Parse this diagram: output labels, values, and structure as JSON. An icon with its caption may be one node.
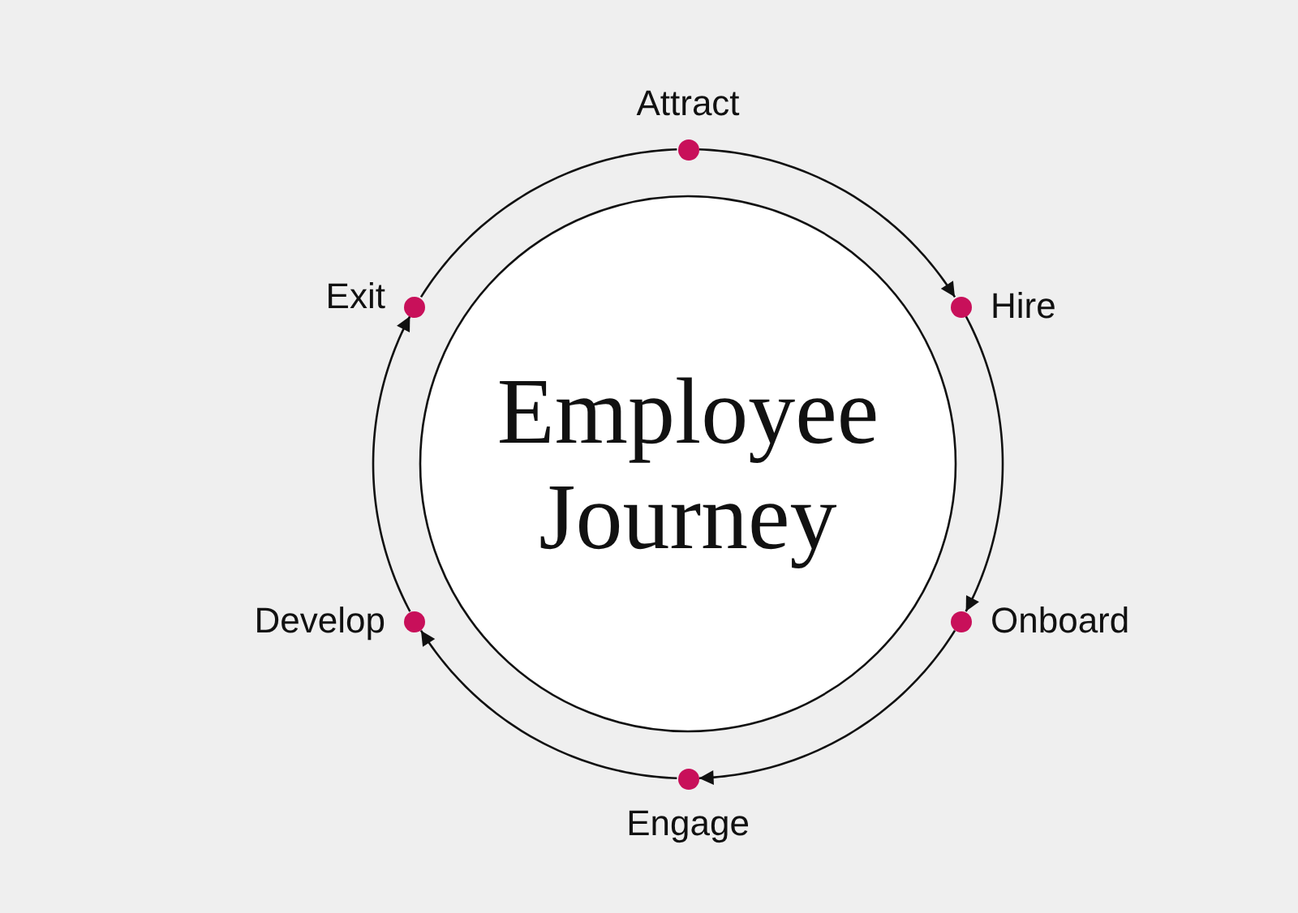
{
  "diagram": {
    "nodes": [
      {
        "text": [
          "Attract"
        ]
      },
      {
        "text": [
          "Hire"
        ]
      },
      {
        "text": [
          "Onboard"
        ]
      },
      {
        "text": [
          "Engage"
        ]
      },
      {
        "text": [
          "Develop"
        ]
      },
      {
        "text": [
          "Exit"
        ]
      },
      {
        "text": [
          "Employee Journey"
        ]
      }
    ],
    "edges": [
      {
        "from": 0,
        "to": 1,
        "arrow": "to"
      },
      {
        "from": 1,
        "to": 2,
        "arrow": "to"
      },
      {
        "from": 2,
        "to": 3,
        "arrow": "to"
      },
      {
        "from": 3,
        "to": 4,
        "arrow": "to"
      },
      {
        "from": 4,
        "to": 5,
        "arrow": "to"
      },
      {
        "from": 5,
        "to": 0,
        "arrow": "none"
      }
    ]
  }
}
